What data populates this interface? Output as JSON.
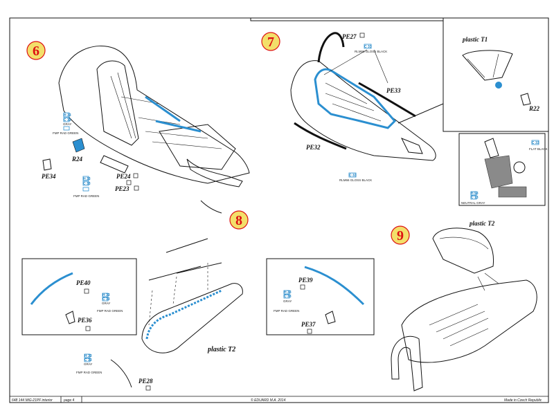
{
  "steps": {
    "s6": "6",
    "s7": "7",
    "s8": "8",
    "s9": "9"
  },
  "labels": {
    "pe27": "PE27",
    "pe33": "PE33",
    "pe32": "PE32",
    "pe24": "PE24",
    "pe23": "PE23",
    "pe34": "PE34",
    "r24": "R24",
    "plastic_t1": "plastic T1",
    "r22": "R22",
    "plastic_t2_step8": "plastic T2",
    "plastic_t2_step9": "plastic T2",
    "pe40": "PE40",
    "pe36": "PE36",
    "pe39": "PE39",
    "pe37": "PE37",
    "pe28": "PE28"
  },
  "paint": {
    "c33_rlm_black": "C 33",
    "rlm66_black": "RLM66 GLOSS BLACK",
    "c33_rlm_black_2": "C 33",
    "rlm66_black_2": "RLM66 GLOSS BLACK",
    "h_code_a": "H 33",
    "c_code_a": "C 33",
    "gray_a": "GRAY",
    "fmp_green_a": "FMP RAD GREEN",
    "h_code_b": "H 33",
    "c_code_b": "C 33",
    "fmp_green_b": "FMP RAD GREEN",
    "c33_flat": "C 33",
    "flat_black": "FLAT BLACK",
    "h_code_n": "H 53",
    "c_code_n": "C 13",
    "neutral_gray": "NEUTRAL GRAY",
    "h_code_8a": "H 33",
    "c_code_8a": "C 33",
    "gray_8a": "GRAY",
    "fmp_green_8a": "FMP RAD GREEN",
    "h_code_8b": "H 33",
    "c_code_8b": "C 33",
    "gray_8b": "GRAY",
    "fmp_green_8b": "FMP RAD GREEN",
    "h_code_8c": "H 33",
    "c_code_8c": "C 33",
    "gray_8c": "GRAY",
    "fmp_green_8c": "FMP RAD GREEN"
  },
  "footer": {
    "product": "648 144   MiG-21PF interior",
    "page": "page 4",
    "copyright": "© EDUARD   M.A. 2014",
    "made_in": "Made in Czech Republic"
  },
  "colors": {
    "photo_etch_blue": "#2b8fd0",
    "step_number_red": "#d11111",
    "step_circle_yellow": "#f3df6a"
  }
}
